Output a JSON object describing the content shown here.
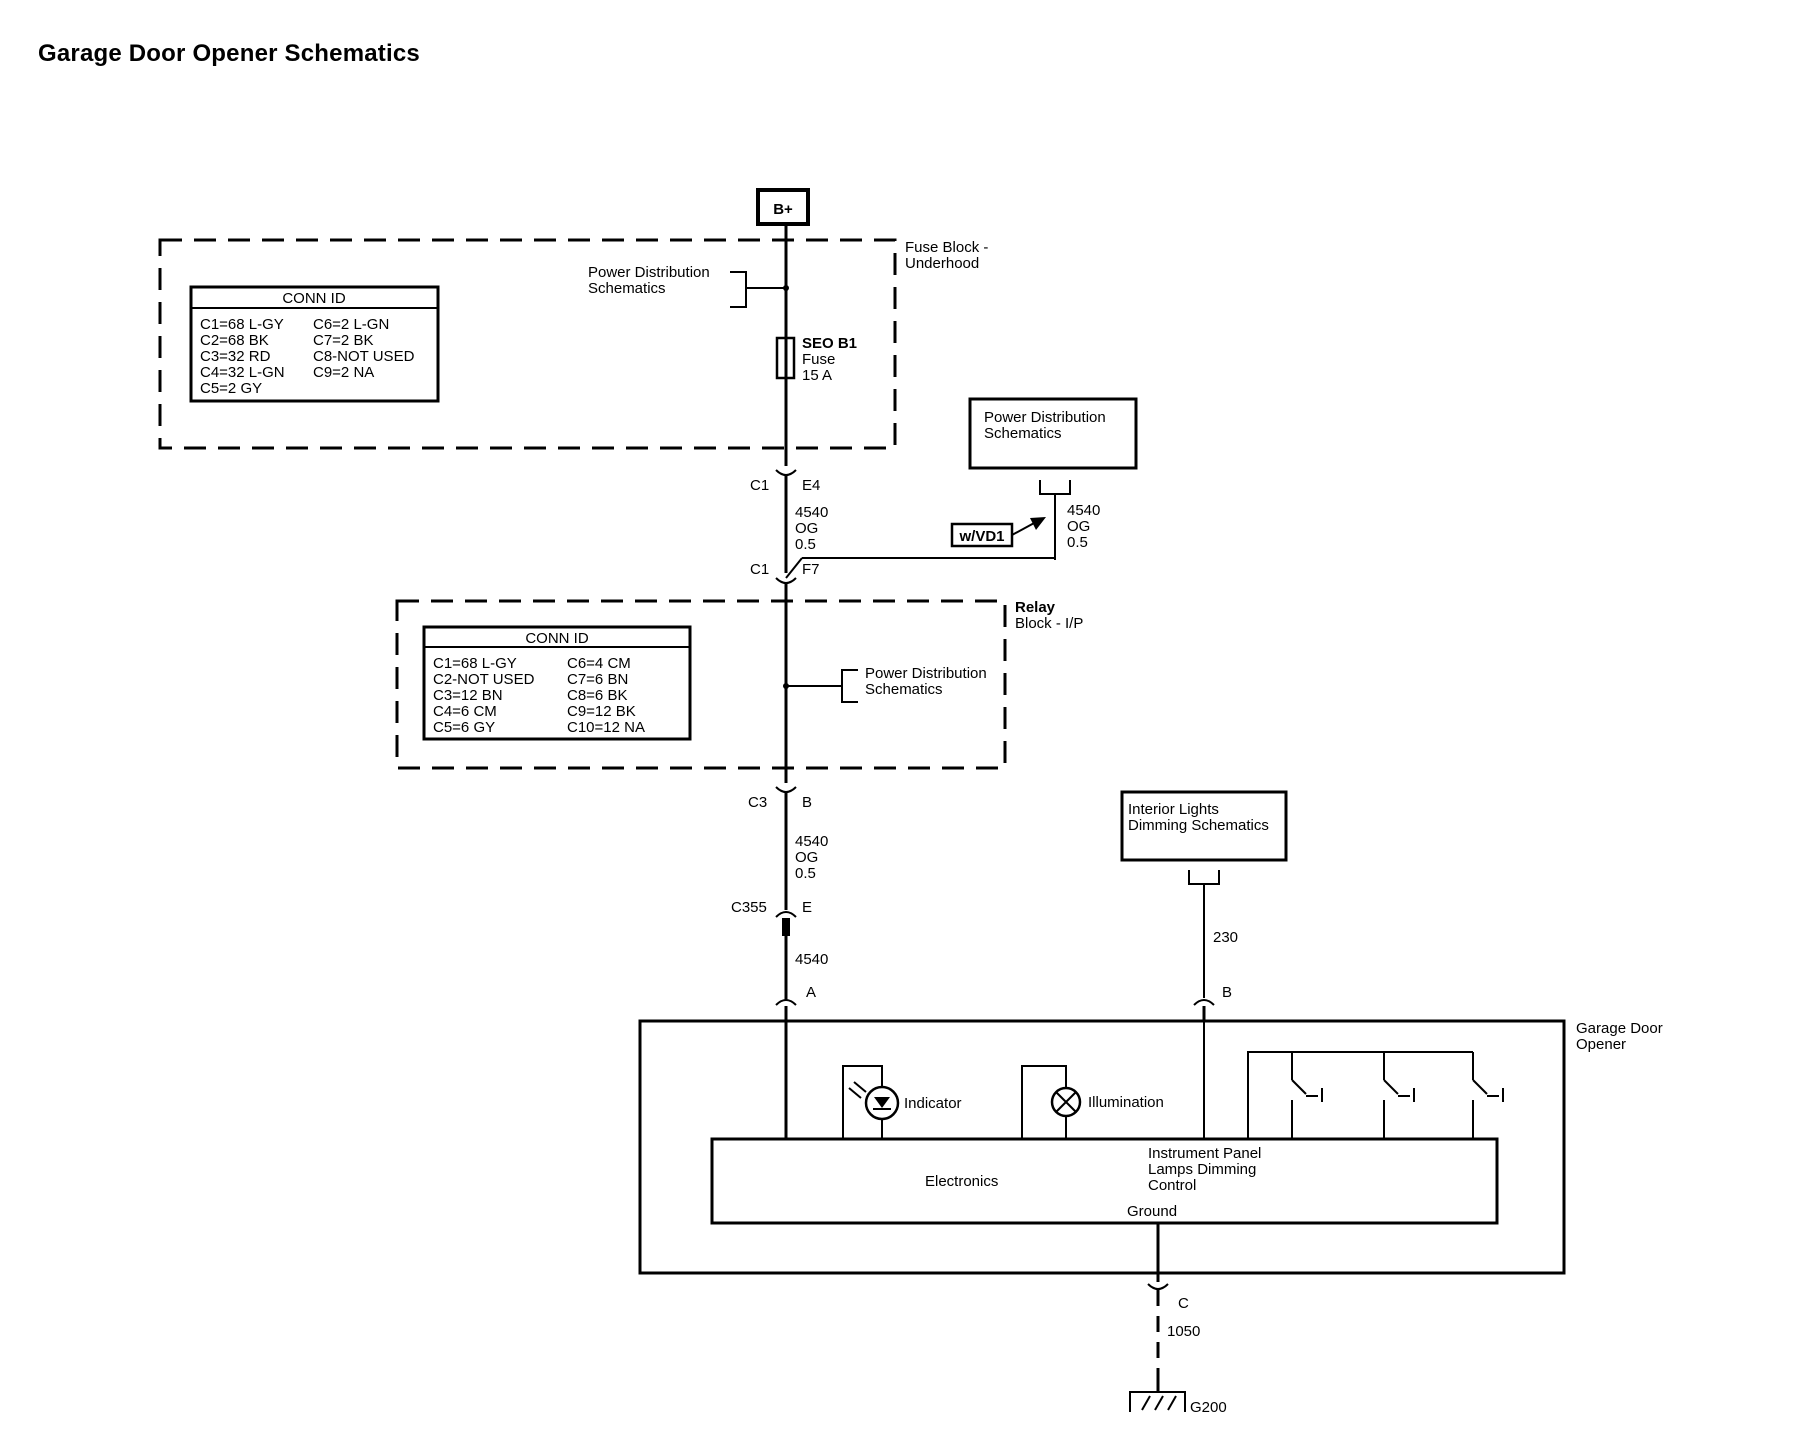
{
  "title": "Garage Door Opener Schematics",
  "battery": "B+",
  "fuse_block": {
    "label_line1": "Fuse Block -",
    "label_line2": "Underhood",
    "power_ref_line1": "Power Distribution",
    "power_ref_line2": "Schematics",
    "fuse_line1": "SEO B1",
    "fuse_line2": "Fuse",
    "fuse_line3": "15 A",
    "conn_title": "CONN ID",
    "conn_left": [
      "C1=68 L-GY",
      "C2=68 BK",
      "C3=32 RD",
      "C4=32 L-GN",
      "C5=2 GY"
    ],
    "conn_right": [
      "C6=2 L-GN",
      "C7=2 BK",
      "C8-NOT USED",
      "C9=2 NA"
    ]
  },
  "connectors": {
    "c1_e4_left": "C1",
    "c1_e4_right": "E4",
    "c1_f7_left": "C1",
    "c1_f7_right": "F7",
    "c3_b_left": "C3",
    "c3_b_right": "B",
    "c355_left": "C355",
    "c355_right": "E",
    "gdo_a": "A",
    "gdo_b": "B",
    "gdo_c": "C"
  },
  "wires": {
    "w1": [
      "4540",
      "OG",
      "0.5"
    ],
    "w2": [
      "4540",
      "OG",
      "0.5"
    ],
    "w3": [
      "4540",
      "OG",
      "0.5"
    ],
    "w4": "4540",
    "w5": "230",
    "w6": "1050"
  },
  "option_tag": "w/VD1",
  "power_box": {
    "line1": "Power Distribution",
    "line2": "Schematics"
  },
  "relay_block": {
    "label_line1": "Relay",
    "label_line2": "Block - I/P",
    "power_ref_line1": "Power Distribution",
    "power_ref_line2": "Schematics",
    "conn_title": "CONN ID",
    "conn_left": [
      "C1=68 L-GY",
      "C2-NOT USED",
      "C3=12 BN",
      "C4=6 CM",
      "C5=6 GY"
    ],
    "conn_right": [
      "C6=4 CM",
      "C7=6 BN",
      "C8=6 BK",
      "C9=12 BK",
      "C10=12 NA"
    ]
  },
  "dimming_box": {
    "line1": "Interior Lights",
    "line2": "Dimming Schematics"
  },
  "gdo": {
    "label_line1": "Garage Door",
    "label_line2": "Opener",
    "indicator": "Indicator",
    "illumination": "Illumination",
    "electronics": "Electronics",
    "ipl_line1": "Instrument Panel",
    "ipl_line2": "Lamps Dimming",
    "ipl_line3": "Control",
    "ground": "Ground"
  },
  "ground_id": "G200"
}
